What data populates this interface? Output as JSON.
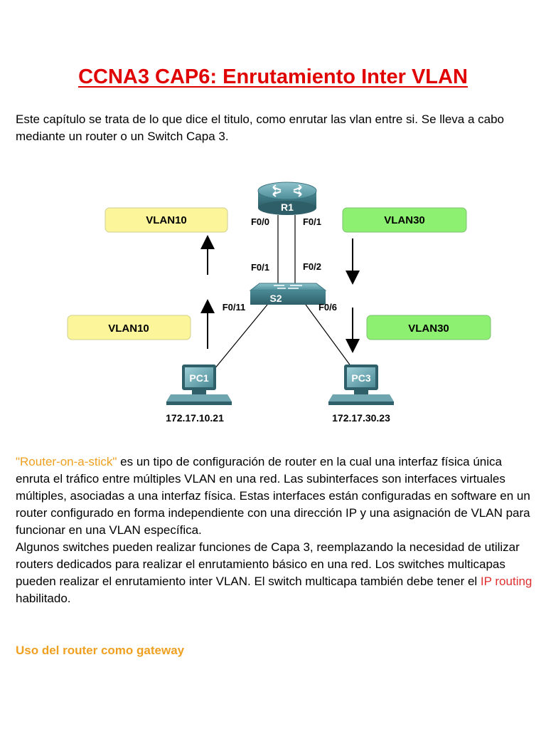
{
  "document": {
    "title": "CCNA3 CAP6: Enrutamiento Inter VLAN",
    "intro": "Este capítulo se trata de lo que dice el titulo, como enrutar las vlan entre si. Se lleva a cabo mediante un router o un Switch Capa 3.",
    "para_link": "\"Router-on-a-stick\"",
    "para1_rest": " es un tipo de configuración de router en la cual una interfaz física única enruta el tráfico entre múltiples VLAN en una red. Las subinterfaces son interfaces virtuales múltiples, asociadas a una interfaz física. Estas interfaces están configuradas en software en un router configurado en forma independiente con una dirección IP y una asignación de VLAN para funcionar en una VLAN específica.",
    "para2_a": "Algunos switches pueden realizar funciones de Capa 3, reemplazando la necesidad de utilizar routers dedicados para realizar el enrutamiento básico en una red. Los switches multicapas pueden realizar el enrutamiento inter VLAN. El switch multicapa también debe tener el ",
    "para2_red": "IP routing",
    "para2_b": " habilitado.",
    "section_heading": "Uso del router como gateway"
  },
  "diagram": {
    "router_label": "R1",
    "switch_label": "S2",
    "pc1_label": "PC1",
    "pc3_label": "PC3",
    "pc1_ip": "172.17.10.21",
    "pc3_ip": "172.17.30.23",
    "r1_port_left": "F0/0",
    "r1_port_right": "F0/1",
    "s2_port_up_left": "F0/1",
    "s2_port_up_right": "F0/2",
    "s2_port_pc1": "F0/11",
    "s2_port_pc3": "F0/6",
    "vlan_top_left": "VLAN10",
    "vlan_bottom_left": "VLAN10",
    "vlan_top_right": "VLAN30",
    "vlan_bottom_right": "VLAN30",
    "colors": {
      "vlan10_fill": "#fdf59a",
      "vlan30_fill": "#8ef070",
      "device_teal": "#4a8a95"
    }
  }
}
